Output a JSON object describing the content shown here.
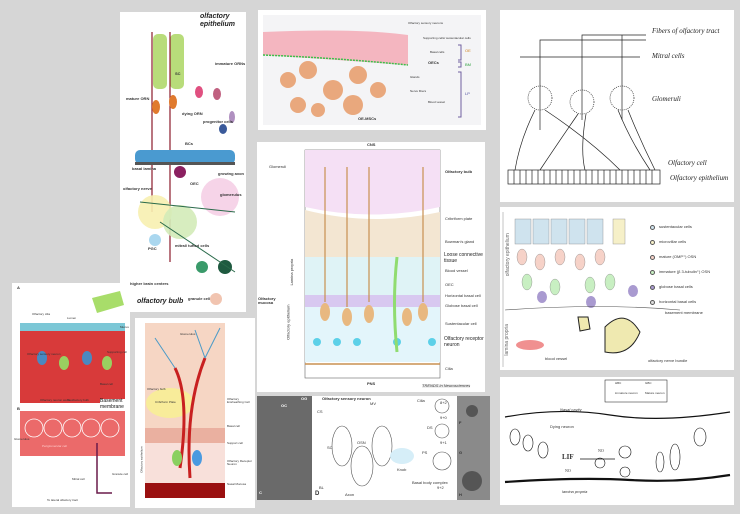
{
  "panel_a": {
    "title": "olfactory epithelium",
    "labels": [
      "SC",
      "immature ORNs",
      "mature ORN",
      "dying ORN",
      "progenitor cells",
      "BCs",
      "basal lamina",
      "OEC",
      "growing axon",
      "olfactory nerve",
      "glomerulus",
      "PGC",
      "mitral/ tufted cells",
      "higher brain centers",
      "granule cell"
    ],
    "bulb_label": "olfactory bulb"
  },
  "panel_top_mid": {
    "labels": [
      "Olfactory sensory neurons",
      "Supporting cells/ sustentacular cells",
      "Basal cells",
      "OECs",
      "Glands",
      "Nerve fibers",
      "Blood vessel",
      "OE-MSCs"
    ],
    "brackets": [
      "OE",
      "BM",
      "LP"
    ]
  },
  "panel_gray": {
    "labels": [
      "Fibers of olfactory tract",
      "Mitral cells",
      "Glomeruli",
      "Olfactory cell",
      "Olfactory epithelium"
    ]
  },
  "panel_center": {
    "top": "CNS",
    "bottom": "PNS",
    "left_title": "Olfactory mucosa",
    "left_sub": [
      "Lamina propria",
      "Olfactory epithelium"
    ],
    "labels": [
      "Glomeruli",
      "Olfactory bulb",
      "Cribriform plate",
      "Bowman's gland",
      "Loose connective tissue",
      "Blood vessel",
      "OEC",
      "Horizontal basal cell",
      "Globose basal cell",
      "Sustentacular cell",
      "Olfactory receptor neuron",
      "Cilia"
    ],
    "credit": "TRENDS in Neurosciences"
  },
  "panel_legend": {
    "side": [
      "olfactory epithelium",
      "lamina propria"
    ],
    "legend": [
      {
        "label": "sustentacular cells",
        "color": "#cfe3ee"
      },
      {
        "label": "microvillar cells",
        "color": "#f6f0c8"
      },
      {
        "label": "mature (OMP⁺) OSN",
        "color": "#f6d2c8"
      },
      {
        "label": "immature (β 3-tubulin⁺) OSN",
        "color": "#c8efc2"
      },
      {
        "label": "globose basal cells",
        "color": "#a99ad0"
      },
      {
        "label": "horizontal basal cells",
        "color": "#dcdcdc"
      }
    ],
    "annotations": [
      "basement membrane",
      "blood vessel",
      "olfactory nerve bundle"
    ]
  },
  "panel_left": {
    "letters": [
      "A",
      "B"
    ],
    "labels": [
      "Olfactory cilia",
      "Lumen",
      "Mucus",
      "Olfactory sensory neuron",
      "Supporting cell",
      "Basal cell",
      "Olfactory neuron axons",
      "To olfactory bulb",
      "Basement membrane",
      "Glomerulus",
      "Periglomerular cell",
      "Mitral cell",
      "Granule cell",
      "To lateral olfactory tract"
    ]
  },
  "panel_bulb": {
    "labels": [
      "Glomerulus",
      "Olfactory bulb",
      "Cribriform Plate",
      "Olfactory Ensheathing Cell",
      "Basal cell",
      "Support cell",
      "Olfactory Receptor Neuron",
      "Nasal Mucosa",
      "Olfactory epithelium"
    ]
  },
  "panel_em": {
    "title": "Olfactory sensory neuron",
    "labels": [
      "OG",
      "OC",
      "CS",
      "MV",
      "OSN",
      "SC",
      "BL",
      "Axon",
      "Knob",
      "Cilia",
      "DS",
      "PS",
      "Basal body complex",
      "9+2",
      "9+1",
      "9+0",
      "8+2"
    ],
    "letters": [
      "C",
      "D",
      "F",
      "G",
      "H"
    ]
  },
  "panel_lif": {
    "legend": [
      "HBC",
      "GBC",
      "immature neuron",
      "Mature neuron"
    ],
    "labels": [
      "Nasal cavity",
      "Dying neuron",
      "LIF",
      "NO",
      "NO",
      "lamina propria"
    ]
  }
}
